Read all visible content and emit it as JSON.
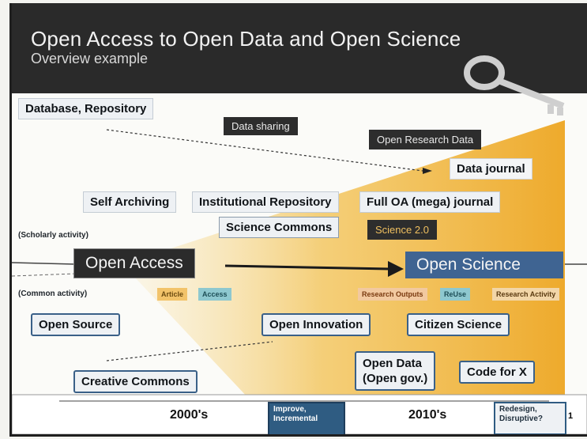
{
  "header": {
    "title": "Open Access to Open Data and Open Science",
    "subtitle": "Overview example"
  },
  "labels": {
    "database_repository": "Database, Repository",
    "data_sharing": "Data sharing",
    "open_research_data": "Open Research Data",
    "data_journal": "Data journal",
    "self_archiving": "Self Archiving",
    "institutional_repository": "Institutional Repository",
    "full_oa_journal": "Full OA (mega) journal",
    "science_commons": "Science Commons",
    "science_20": "Science 2.0",
    "scholarly_activity": "(Scholarly activity)",
    "open_access": "Open Access",
    "open_science": "Open Science",
    "common_activity": "(Common activity)",
    "open_source": "Open Source",
    "open_innovation": "Open Innovation",
    "citizen_science": "Citizen Science",
    "open_data": "Open Data\n(Open gov.)",
    "code_for_x": "Code for X",
    "creative_commons": "Creative Commons"
  },
  "chips": {
    "article": "Article",
    "access": "Access",
    "research_outputs": "Research Outputs",
    "reuse": "ReUse",
    "research_activity": "Research Activity"
  },
  "timeline": {
    "decade_2000": "2000's",
    "decade_2010": "2010's",
    "improve": "Improve,\nIncremental",
    "redesign": "Redesign,\nDisruptive?",
    "page_number": "1"
  },
  "colors": {
    "header_bg": "#2a2a2a",
    "wedge": "#f0b53a",
    "open_science_box": "#3f6492",
    "chip_article": "#f2c36a",
    "chip_access": "#8ec8cf",
    "chip_outputs": "#f2c9a0",
    "chip_reuse": "#8ec8cf",
    "chip_activity": "#f2d6a8"
  },
  "icons": {
    "key": "key-icon"
  }
}
